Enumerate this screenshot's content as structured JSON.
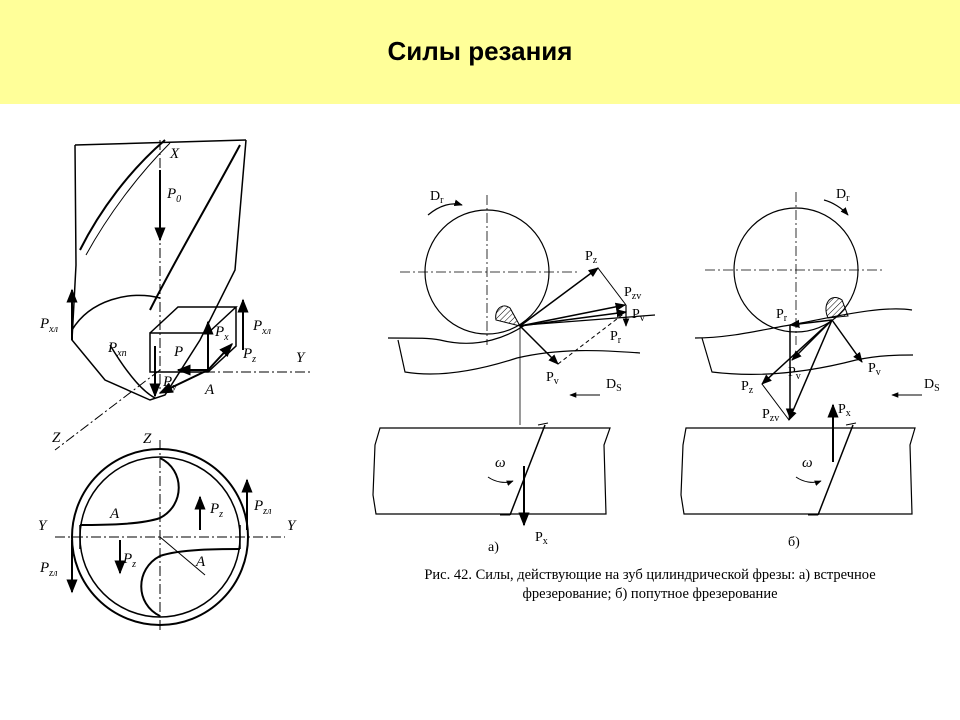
{
  "title": "Силы резания",
  "drill": {
    "labels": {
      "x": "X",
      "p0": "P",
      "p0_sub": "0",
      "y_right": "Y",
      "z_axis": "Z",
      "pxl_left": "P",
      "pxl_left_sub": "xл",
      "pxl_right": "P",
      "pxl_right_sub": "xл",
      "pxp": "P",
      "pxp_sub": "xп",
      "p": "P",
      "px": "P",
      "px_sub": "x",
      "pz": "P",
      "pz_sub": "z",
      "py": "P",
      "py_sub": "y",
      "a": "A"
    }
  },
  "section": {
    "labels": {
      "z": "Z",
      "y_left": "Y",
      "y_right": "Y",
      "a_top": "A",
      "a_bottom": "A",
      "pz_top": "P",
      "pz_top_sub": "z",
      "pzl_top": "P",
      "pzl_top_sub": "zл",
      "pz_bottom": "P",
      "pz_bottom_sub": "z",
      "pzl_bottom": "P",
      "pzl_bottom_sub": "zл"
    }
  },
  "mill_a": {
    "labels": {
      "dr": "D",
      "dr_sub": "r",
      "pz": "P",
      "pz_sub": "z",
      "pzv": "P",
      "pzv_sub": "zv",
      "pv": "P",
      "pv_sub": "v",
      "pr": "P",
      "pr_sub": "r",
      "py": "P",
      "py_sub": "v",
      "ds": "D",
      "ds_sub": "S",
      "omega": "ω",
      "px": "P",
      "px_sub": "x",
      "tag": "а)"
    }
  },
  "mill_b": {
    "labels": {
      "dr": "D",
      "dr_sub": "r",
      "pr": "P",
      "pr_sub": "r",
      "pv": "P",
      "pv_sub": "v",
      "pv2": "P",
      "pv2_sub": "v",
      "pz": "P",
      "pz_sub": "z",
      "pzv": "P",
      "pzv_sub": "zv",
      "px": "P",
      "px_sub": "x",
      "ds": "D",
      "ds_sub": "S",
      "omega": "ω",
      "tag": "б)"
    }
  },
  "caption": "Рис. 42. Силы, действующие на зуб цилиндрической фрезы: а) встречное фрезерование; б) попутное фрезерование"
}
